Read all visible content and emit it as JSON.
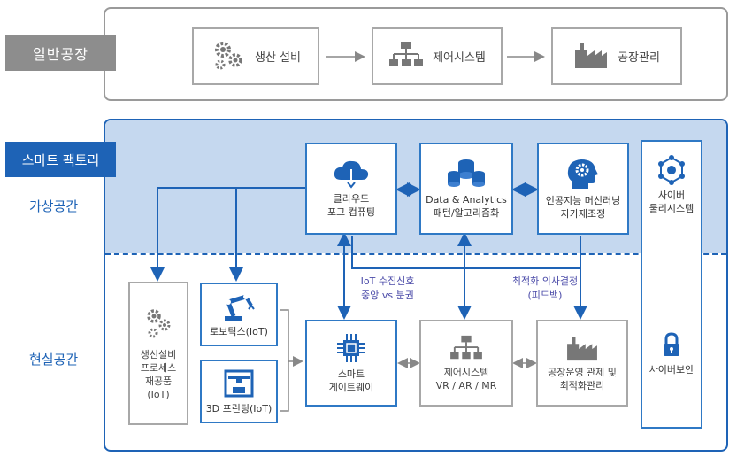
{
  "general": {
    "label": "일반공장",
    "boxes": [
      {
        "label": "생산 설비",
        "icon": "gears-icon"
      },
      {
        "label": "제어시스템",
        "icon": "hierarchy-icon"
      },
      {
        "label": "공장관리",
        "icon": "factory-icon"
      }
    ]
  },
  "smart": {
    "label": "스마트 팩토리",
    "virtual_label": "가상공간",
    "real_label": "현실공간",
    "cloud": {
      "line1": "클라우드",
      "line2": "포그 컴퓨팅",
      "icon": "cloud-icon"
    },
    "analytics": {
      "line1": "Data & Analytics",
      "line2": "패턴/알고리즘화",
      "icon": "database-icon"
    },
    "ai": {
      "line1": "인공지능 머신러닝",
      "line2": "자가재조정",
      "icon": "brain-gear-icon"
    },
    "cyber_physical": {
      "line1": "사이버",
      "line2": "물리시스템",
      "icon": "network-cube-icon"
    },
    "cyber_security": {
      "label": "사이버보안",
      "icon": "lock-icon"
    },
    "equipment": {
      "lines": [
        "생선설비",
        "프로세스",
        "재공품",
        "(IoT)"
      ],
      "icon": "gears-icon"
    },
    "robotics": {
      "label": "로보틱스(IoT)",
      "icon": "robot-arm-icon"
    },
    "printing": {
      "label": "3D 프린팅(IoT)",
      "icon": "3d-printer-icon"
    },
    "gateway": {
      "line1": "스마트",
      "line2": "게이트웨이",
      "icon": "chip-icon"
    },
    "control": {
      "line1": "제어시스템",
      "line2": "VR / AR / MR",
      "icon": "hierarchy-icon"
    },
    "factory_mgmt": {
      "line1": "공장운영 관제 및",
      "line2": "최적화관리",
      "icon": "factory-icon"
    },
    "note_iot": {
      "line1": "IoT 수집신호",
      "line2": "중앙 vs 분권"
    },
    "note_opt": {
      "line1": "최적화 의사결정",
      "line2": "(피드백)"
    }
  },
  "colors": {
    "blue": "#1e63b6",
    "light_blue": "#c5d8ef",
    "gray": "#8d8d8d",
    "box_blue": "#2f79c5"
  }
}
